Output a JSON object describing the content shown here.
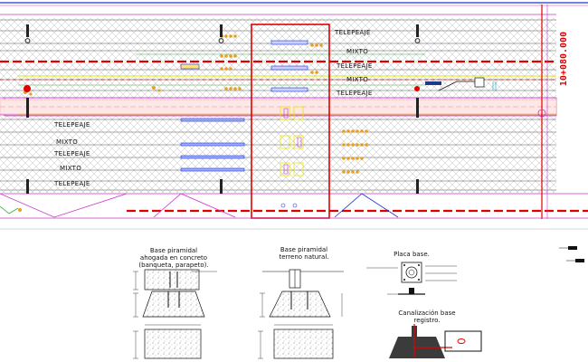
{
  "station_mark": "10+080.000",
  "lanes_right": [
    {
      "label": "TELEPEAJE"
    },
    {
      "label": "MIXTO"
    },
    {
      "label": "TELEPEAJE"
    },
    {
      "label": "MIXTO"
    },
    {
      "label": "TELEPEAJE"
    }
  ],
  "lanes_left": [
    {
      "label": "TELEPEAJE"
    },
    {
      "label": "MIXTO"
    },
    {
      "label": "TELEPEAJE"
    },
    {
      "label": "MIXTO"
    },
    {
      "label": "TELEPEAJE"
    }
  ],
  "details": {
    "d1": {
      "title_line1": "Base piramidal",
      "title_line2": "ahogada en concreto",
      "title_line3": "(banqueta, parapeto)."
    },
    "d2": {
      "title_line1": "Base piramidal",
      "title_line2": "terreno natural."
    },
    "d3": {
      "title_line1": "Placa base."
    },
    "d4": {
      "title_line1": "Canalización base",
      "title_line2": "registro."
    }
  },
  "colors": {
    "red": "#e00000",
    "magenta": "#cc33cc",
    "yellow": "#e6e600",
    "orange": "#e8a020",
    "green": "#33aa33",
    "blue": "#2233cc",
    "cyan": "#22aacc",
    "hatch": "#b8b8b8"
  }
}
